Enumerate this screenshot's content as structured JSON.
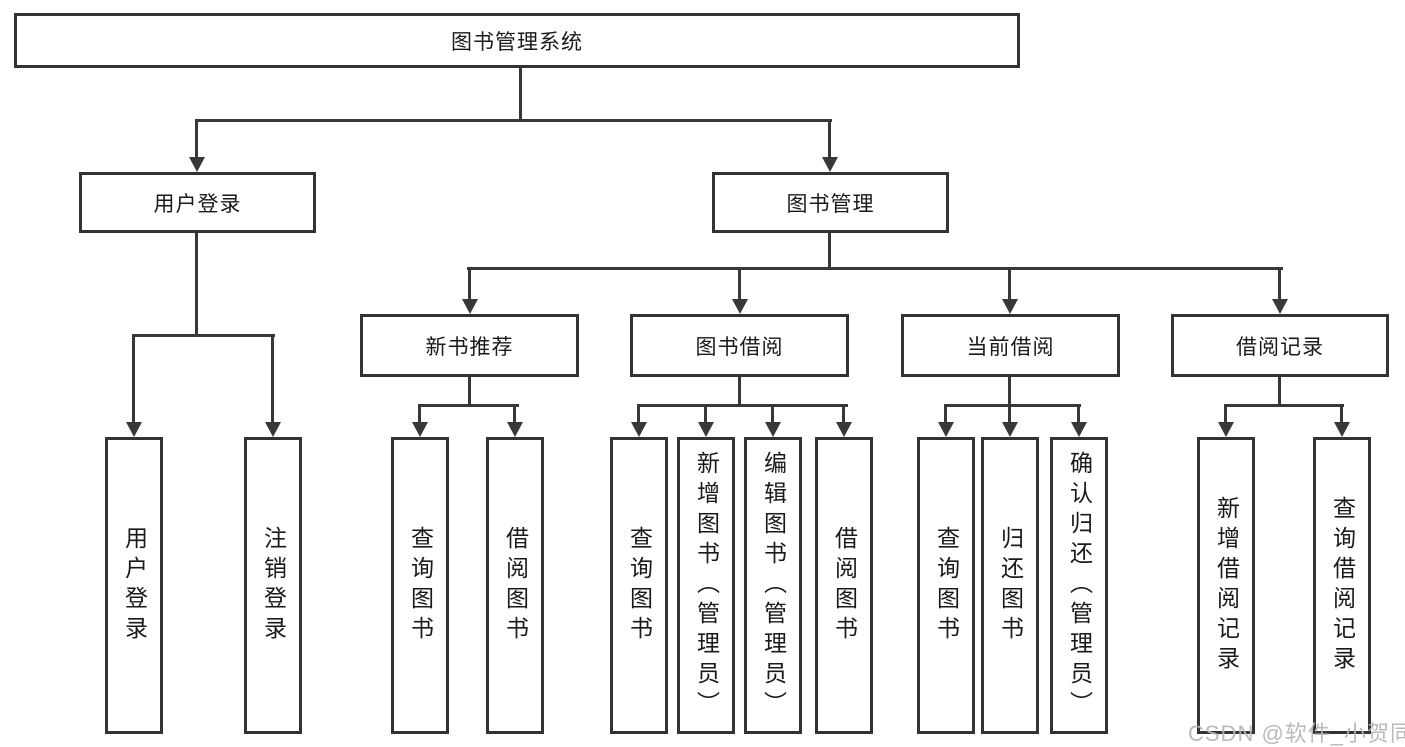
{
  "diagram": {
    "type": "hierarchy-tree",
    "root": {
      "label": "图书管理系统"
    },
    "level2": [
      {
        "label": "用户登录"
      },
      {
        "label": "图书管理"
      }
    ],
    "level3": [
      {
        "label": "新书推荐"
      },
      {
        "label": "图书借阅"
      },
      {
        "label": "当前借阅"
      },
      {
        "label": "借阅记录"
      }
    ],
    "leaves": {
      "user_login": [
        {
          "label": "用户登录"
        },
        {
          "label": "注销登录"
        }
      ],
      "new_book_recommend": [
        {
          "label": "查询图书"
        },
        {
          "label": "借阅图书"
        }
      ],
      "book_borrow": [
        {
          "label": "查询图书"
        },
        {
          "label": "新增图书（管理员）"
        },
        {
          "label": "编辑图书（管理员）"
        },
        {
          "label": "借阅图书"
        }
      ],
      "current_borrow": [
        {
          "label": "查询图书"
        },
        {
          "label": "归还图书"
        },
        {
          "label": "确认归还（管理员）"
        }
      ],
      "borrow_records": [
        {
          "label": "新增借阅记录"
        },
        {
          "label": "查询借阅记录"
        }
      ]
    },
    "watermark": "CSDN @软件_小贺同学",
    "colors": {
      "line": "#383838",
      "box_border": "#333333",
      "text": "#1a1a1a",
      "background": "#ffffff",
      "watermark": "#b6b6b6"
    }
  }
}
